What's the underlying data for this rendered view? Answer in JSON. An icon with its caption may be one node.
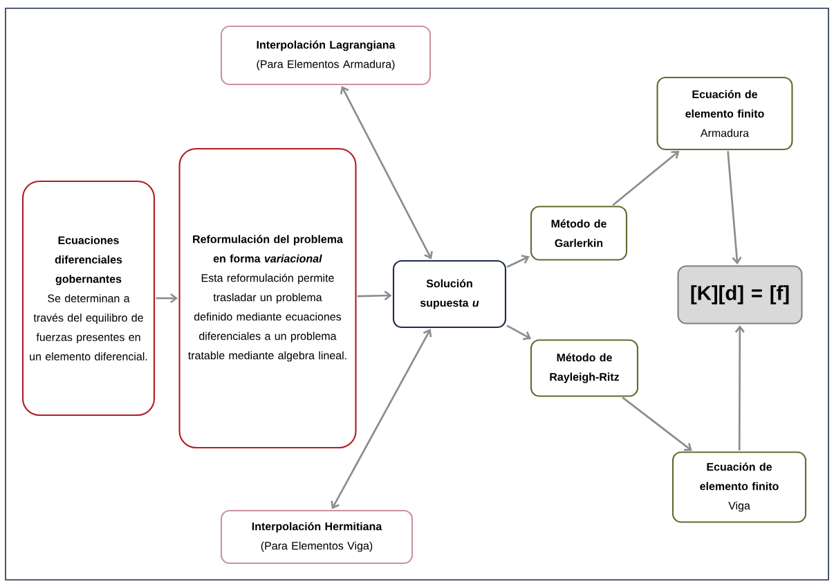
{
  "diagram": {
    "nodes": [
      {
        "text": [
          "Interpolación Lagrangiana",
          "(Para Elementos Armadura)"
        ]
      },
      {
        "text": [
          "Ecuaciones diferenciales gobernantes",
          "Se determinan a través del equilibro de fuerzas presentes en un elemento diferencial."
        ]
      },
      {
        "text": [
          "Reformulación del problema en forma *variacional*",
          "Esta reformulación permite trasladar un problema definido mediante ecuaciones diferenciales a un problema tratable mediante algebra lineal."
        ]
      },
      {
        "text": [
          "Solución supuesta *u*"
        ]
      },
      {
        "text": [
          "Interpolación Hermitiana",
          "(Para Elementos Viga)"
        ]
      },
      {
        "text": [
          "Método de Garlerkin"
        ]
      },
      {
        "text": [
          "Método de Rayleigh-Ritz"
        ]
      },
      {
        "text": [
          "Ecuación de elemento finito",
          "Armadura"
        ]
      },
      {
        "text": [
          "[K][d] = [f]"
        ]
      },
      {
        "text": [
          "Ecuación de elemento finito",
          "Viga"
        ]
      }
    ],
    "edges": [
      {
        "from": 1,
        "to": 2,
        "arrow": "to"
      },
      {
        "from": 2,
        "to": 3,
        "arrow": "to"
      },
      {
        "from": 0,
        "to": 3,
        "arrow": "both"
      },
      {
        "from": 4,
        "to": 3,
        "arrow": "both"
      },
      {
        "from": 3,
        "to": 5,
        "arrow": "to"
      },
      {
        "from": 3,
        "to": 6,
        "arrow": "to"
      },
      {
        "from": 5,
        "to": 7,
        "arrow": "to"
      },
      {
        "from": 6,
        "to": 9,
        "arrow": "to"
      },
      {
        "from": 7,
        "to": 8,
        "arrow": "to"
      },
      {
        "from": 9,
        "to": 8,
        "arrow": "to"
      }
    ]
  }
}
